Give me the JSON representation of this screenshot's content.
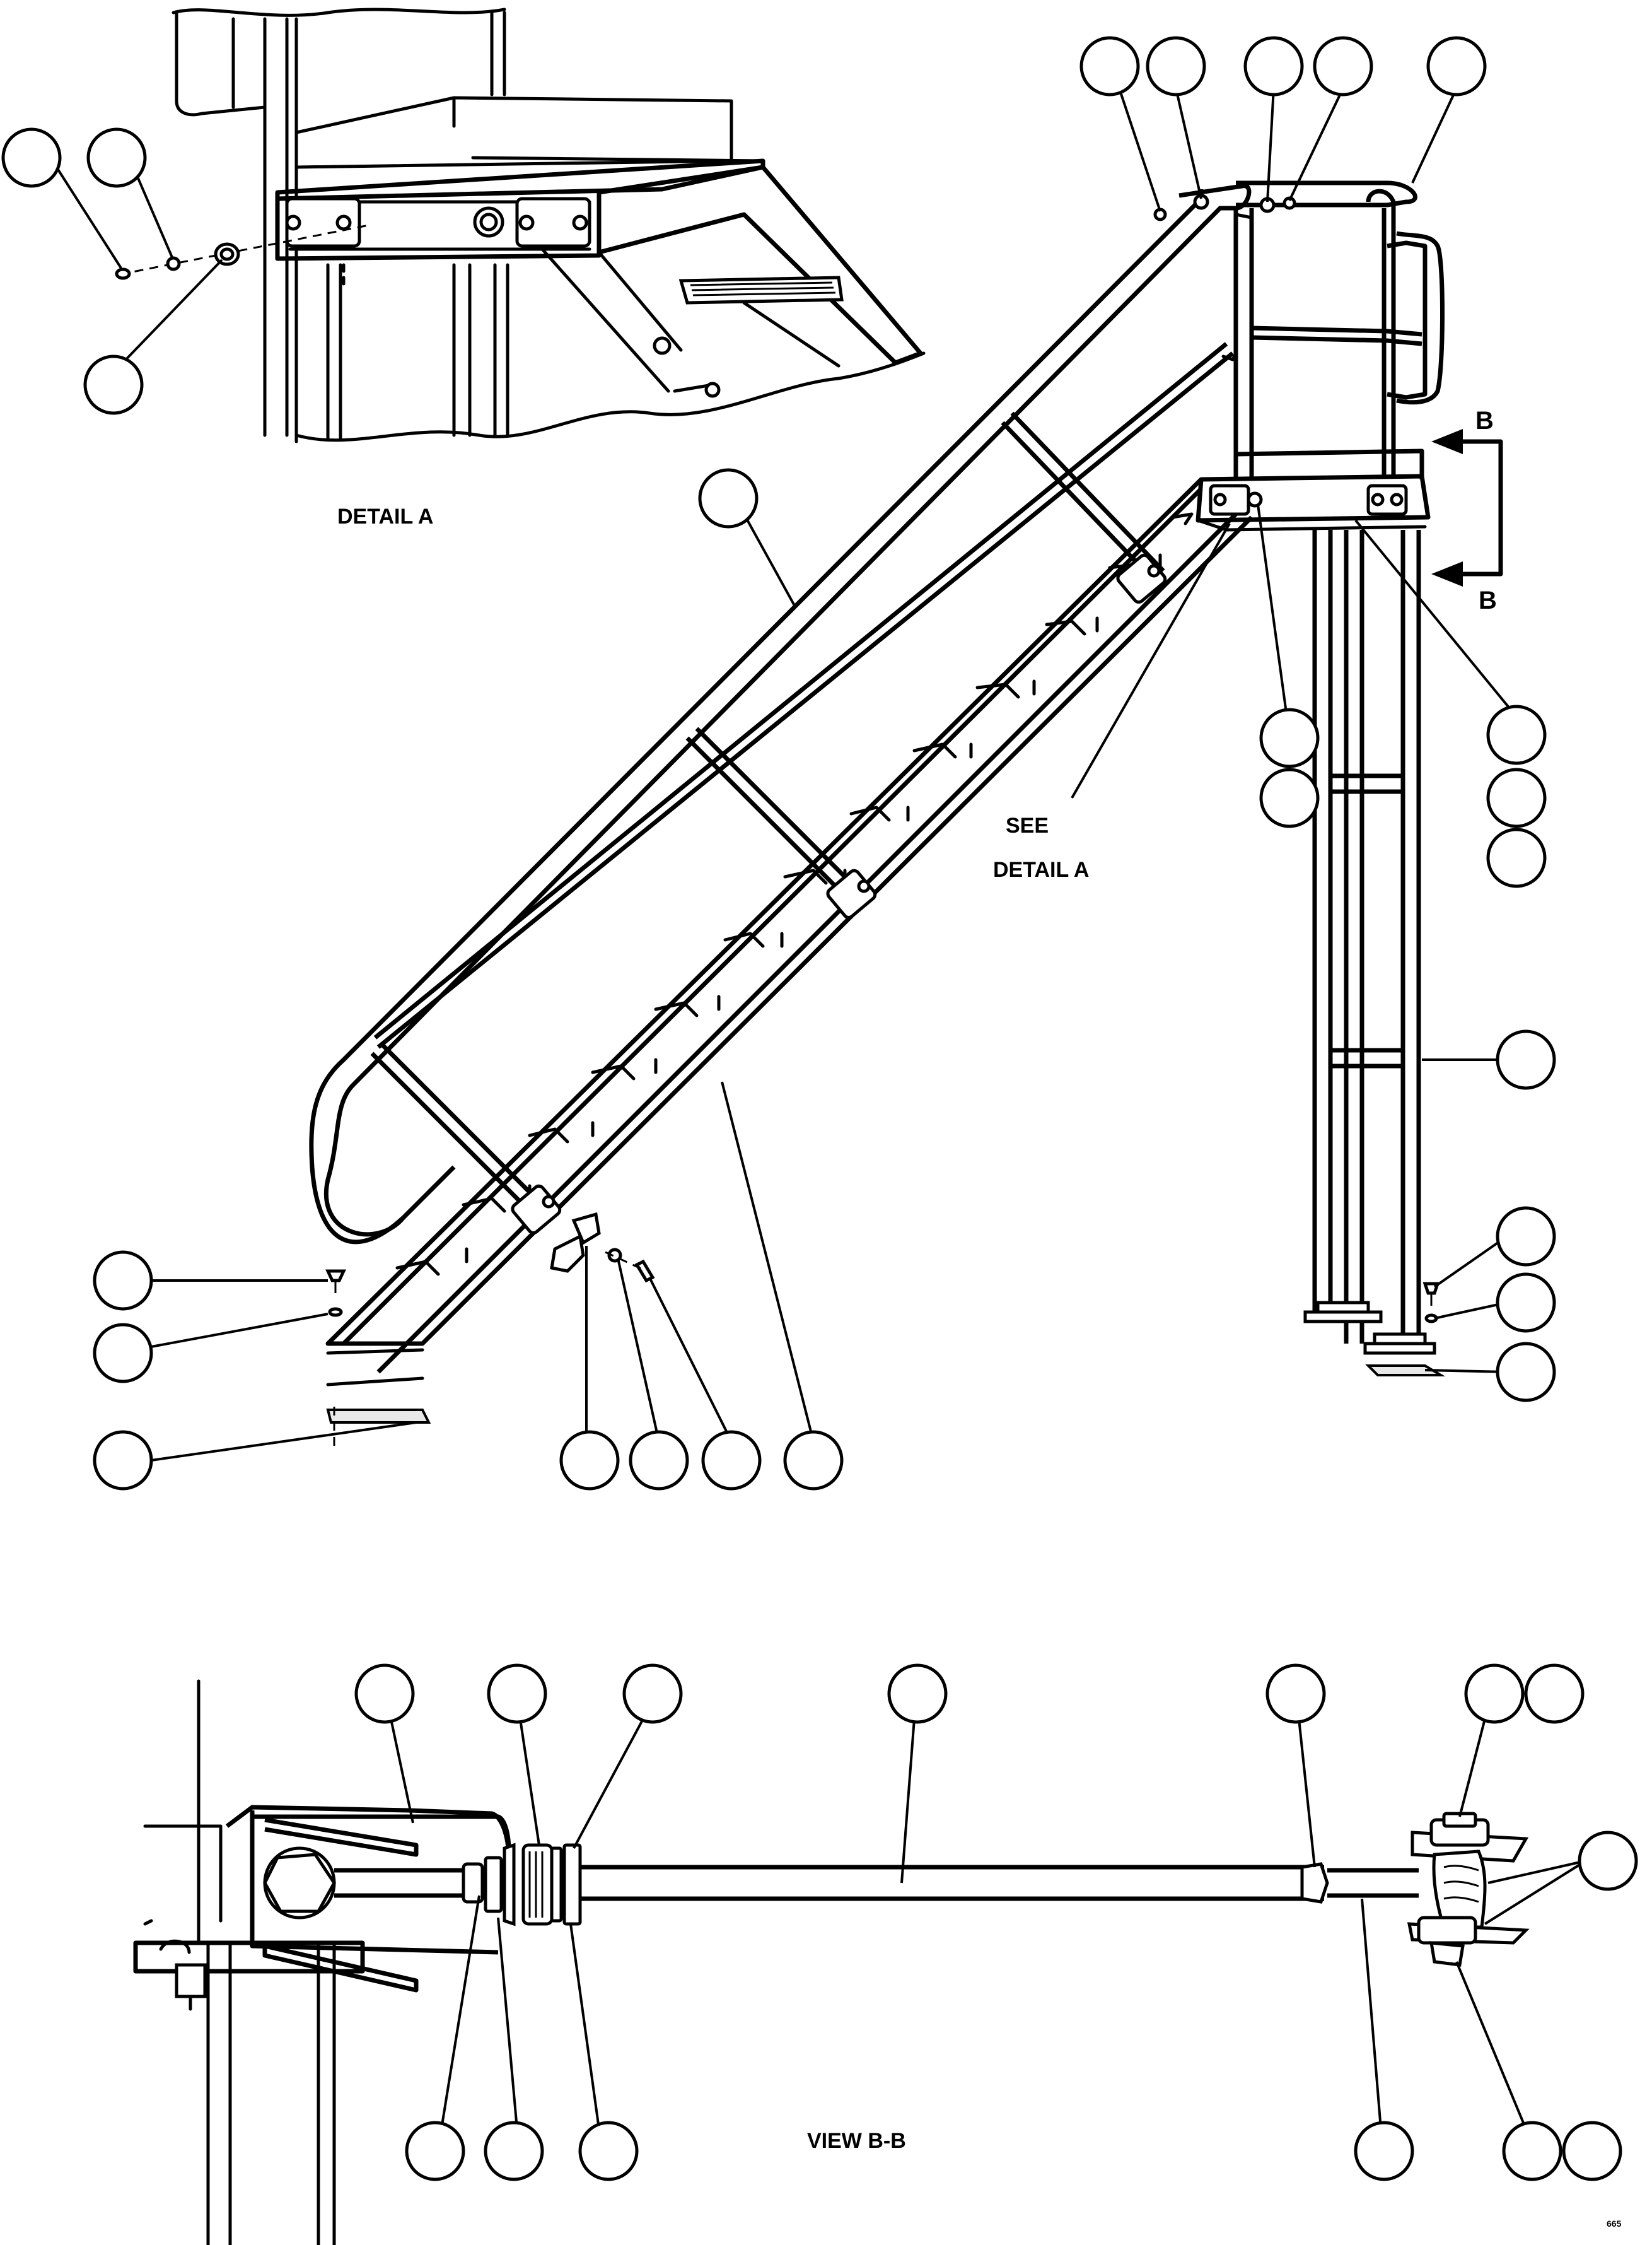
{
  "labels": {
    "detail_a": "DETAIL A",
    "see": "SEE",
    "detail_a_ref": "DETAIL A",
    "section_b_top": "B",
    "section_b_bottom": "B",
    "view_bb": "VIEW B-B",
    "sheet_code": "665"
  },
  "callout_count": 39
}
